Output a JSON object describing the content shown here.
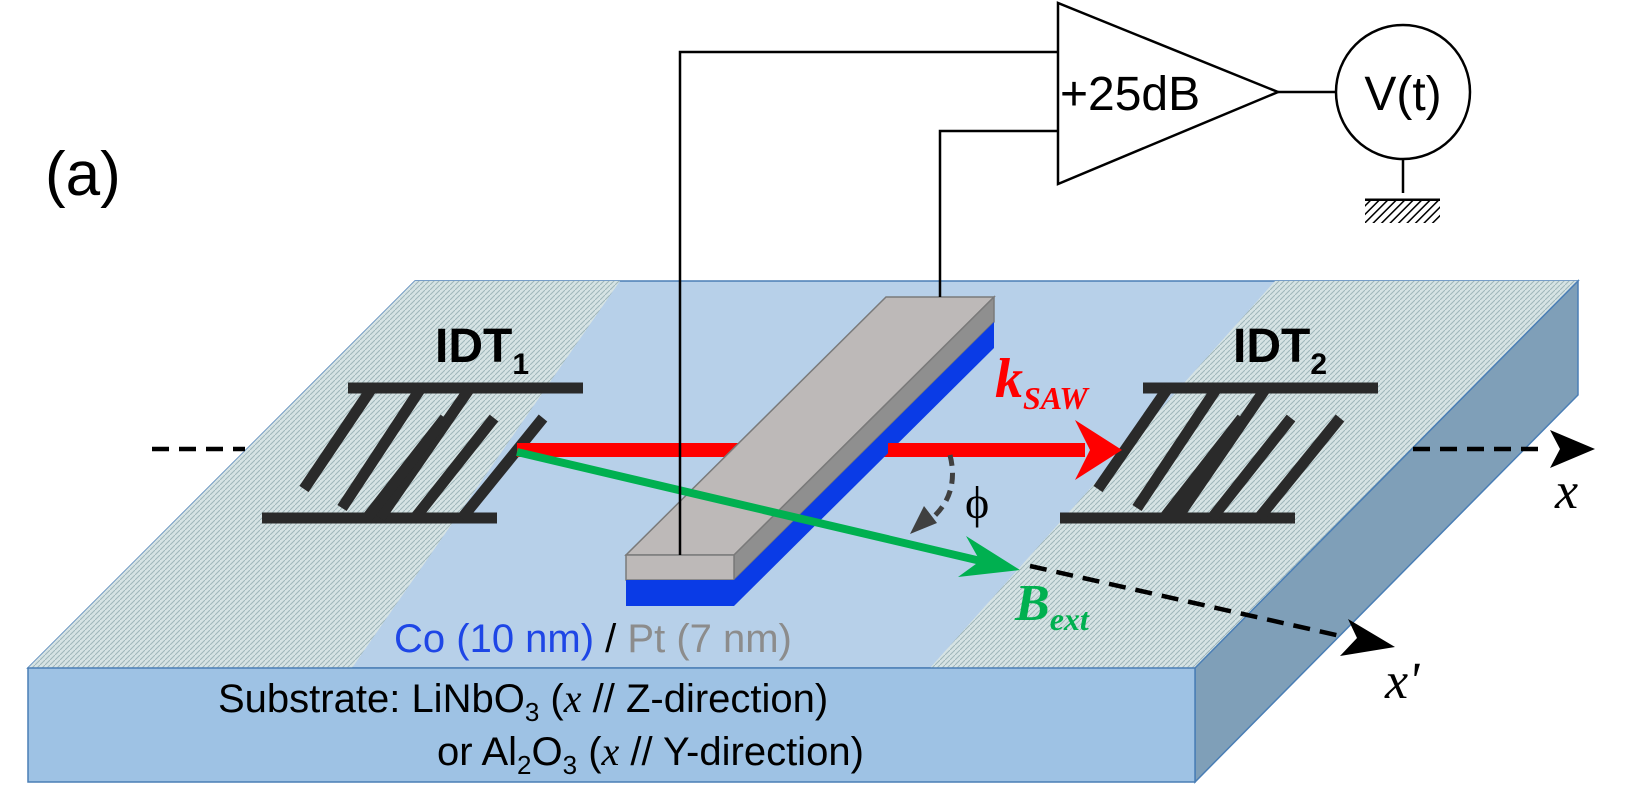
{
  "panel_label": "(a)",
  "amplifier": {
    "gain": "+25dB"
  },
  "voltmeter": {
    "label": "V(t)"
  },
  "idt1": {
    "base": "IDT",
    "sub": "1"
  },
  "idt2": {
    "base": "IDT",
    "sub": "2"
  },
  "k_saw": {
    "base": "k",
    "sub": "SAW"
  },
  "b_ext": {
    "base": "B",
    "sub": "ext"
  },
  "phi": "ϕ",
  "axis_x": "x",
  "axis_x_prime": "x'",
  "layers": {
    "co": "Co (10 nm)",
    "sep": " / ",
    "pt": "Pt (7 nm)"
  },
  "substrate": {
    "line1_a": "Substrate: LiNbO",
    "line1_sub": "3",
    "line1_b": " (",
    "line1_x": "x",
    "line1_c": " // Z-direction)",
    "line2_a": "or Al",
    "line2_sub1": "2",
    "line2_b": "O",
    "line2_sub2": "3",
    "line2_c": " (",
    "line2_x": "x",
    "line2_d": " // Y-direction)"
  },
  "colors": {
    "substrate_top": "#b7d0e9",
    "substrate_front": "#9ec2e4",
    "substrate_side": "#7f9fb8",
    "pt_layer": "#bdb9b8",
    "co_layer": "#0a3be6",
    "k_saw_arrow": "#ff0000",
    "b_ext_arrow": "#00b050",
    "co_text": "#1e46e6",
    "pt_text": "#8c8c8c"
  }
}
